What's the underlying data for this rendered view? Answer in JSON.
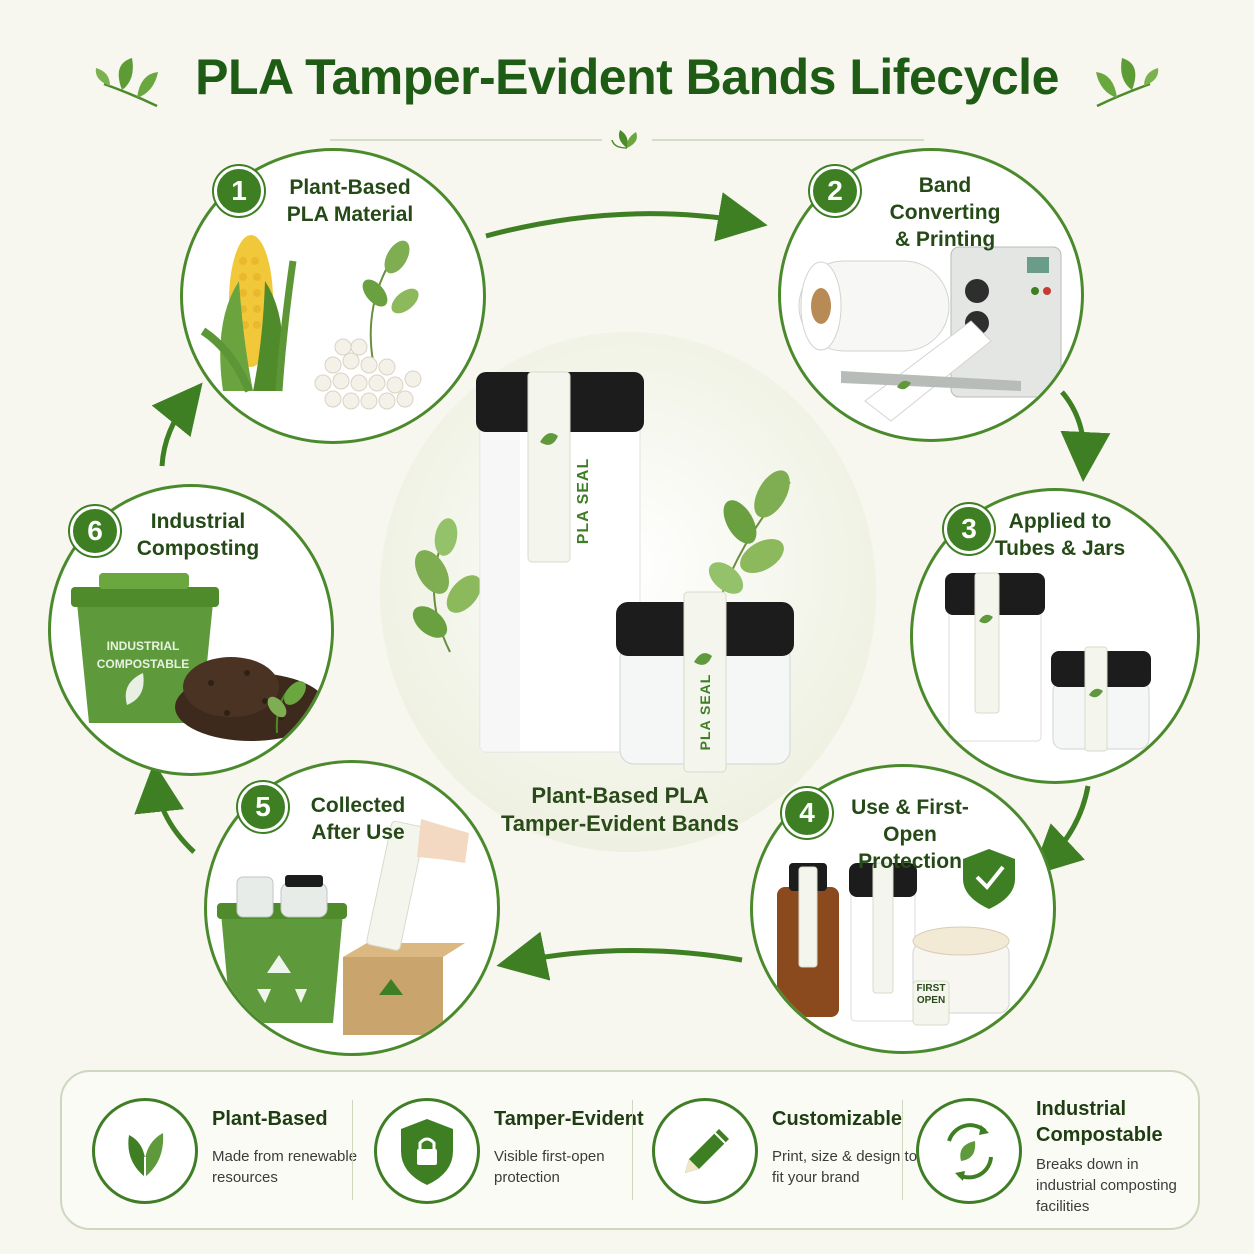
{
  "title": "PLA Tamper-Evident Bands Lifecycle",
  "center": {
    "label_line1": "Plant-Based PLA",
    "label_line2": "Tamper-Evident Bands",
    "band_text": "PLA SEAL"
  },
  "steps": [
    {
      "number": "1",
      "label_line1": "Plant-Based",
      "label_line2": "PLA Material"
    },
    {
      "number": "2",
      "label_line1": "Band Converting",
      "label_line2": "& Printing"
    },
    {
      "number": "3",
      "label_line1": "Applied to",
      "label_line2": "Tubes & Jars"
    },
    {
      "number": "4",
      "label_line1": "Use & First-Open",
      "label_line2": "Protection"
    },
    {
      "number": "5",
      "label_line1": "Collected",
      "label_line2": "After Use"
    },
    {
      "number": "6",
      "label_line1": "Industrial",
      "label_line2": "Composting"
    }
  ],
  "artwork_text": {
    "bin_line1": "INDUSTRIAL",
    "bin_line2": "COMPOSTABLE",
    "first_open_line1": "FIRST",
    "first_open_line2": "OPEN"
  },
  "features": [
    {
      "title": "Plant-Based",
      "desc": "Made from renewable resources",
      "icon": "leaves-icon"
    },
    {
      "title": "Tamper-Evident",
      "desc": "Visible first-open protection",
      "icon": "shield-lock-icon"
    },
    {
      "title": "Customizable",
      "desc": "Print, size & design to fit your brand",
      "icon": "pencil-icon"
    },
    {
      "title": "Industrial Compostable",
      "desc": "Breaks down in industrial composting facilities",
      "icon": "compost-cycle-icon"
    }
  ],
  "colors": {
    "primary_green": "#3e7f24",
    "dark_green": "#1e5b14",
    "background": "#f7f6ef",
    "bin_green": "#5e9a3c"
  }
}
